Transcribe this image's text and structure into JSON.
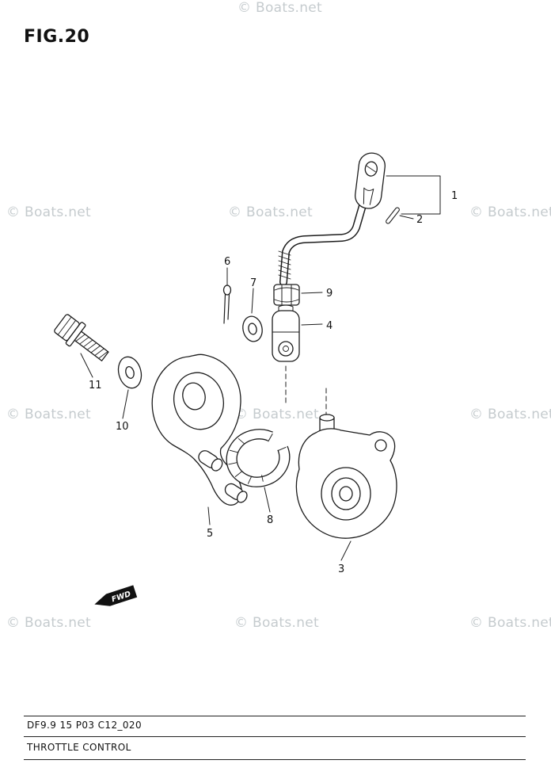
{
  "figure_label": "FIG.20",
  "watermark_text": "© Boats.net",
  "part_labels": {
    "1": "1",
    "2": "2",
    "3": "3",
    "4": "4",
    "5": "5",
    "6": "6",
    "7": "7",
    "8": "8",
    "9": "9",
    "10": "10",
    "11": "11"
  },
  "fwd_marker": "FWD",
  "footer": {
    "diagram_code": "DF9.9 15 P03 C12_020",
    "diagram_title": "THROTTLE CONTROL"
  }
}
